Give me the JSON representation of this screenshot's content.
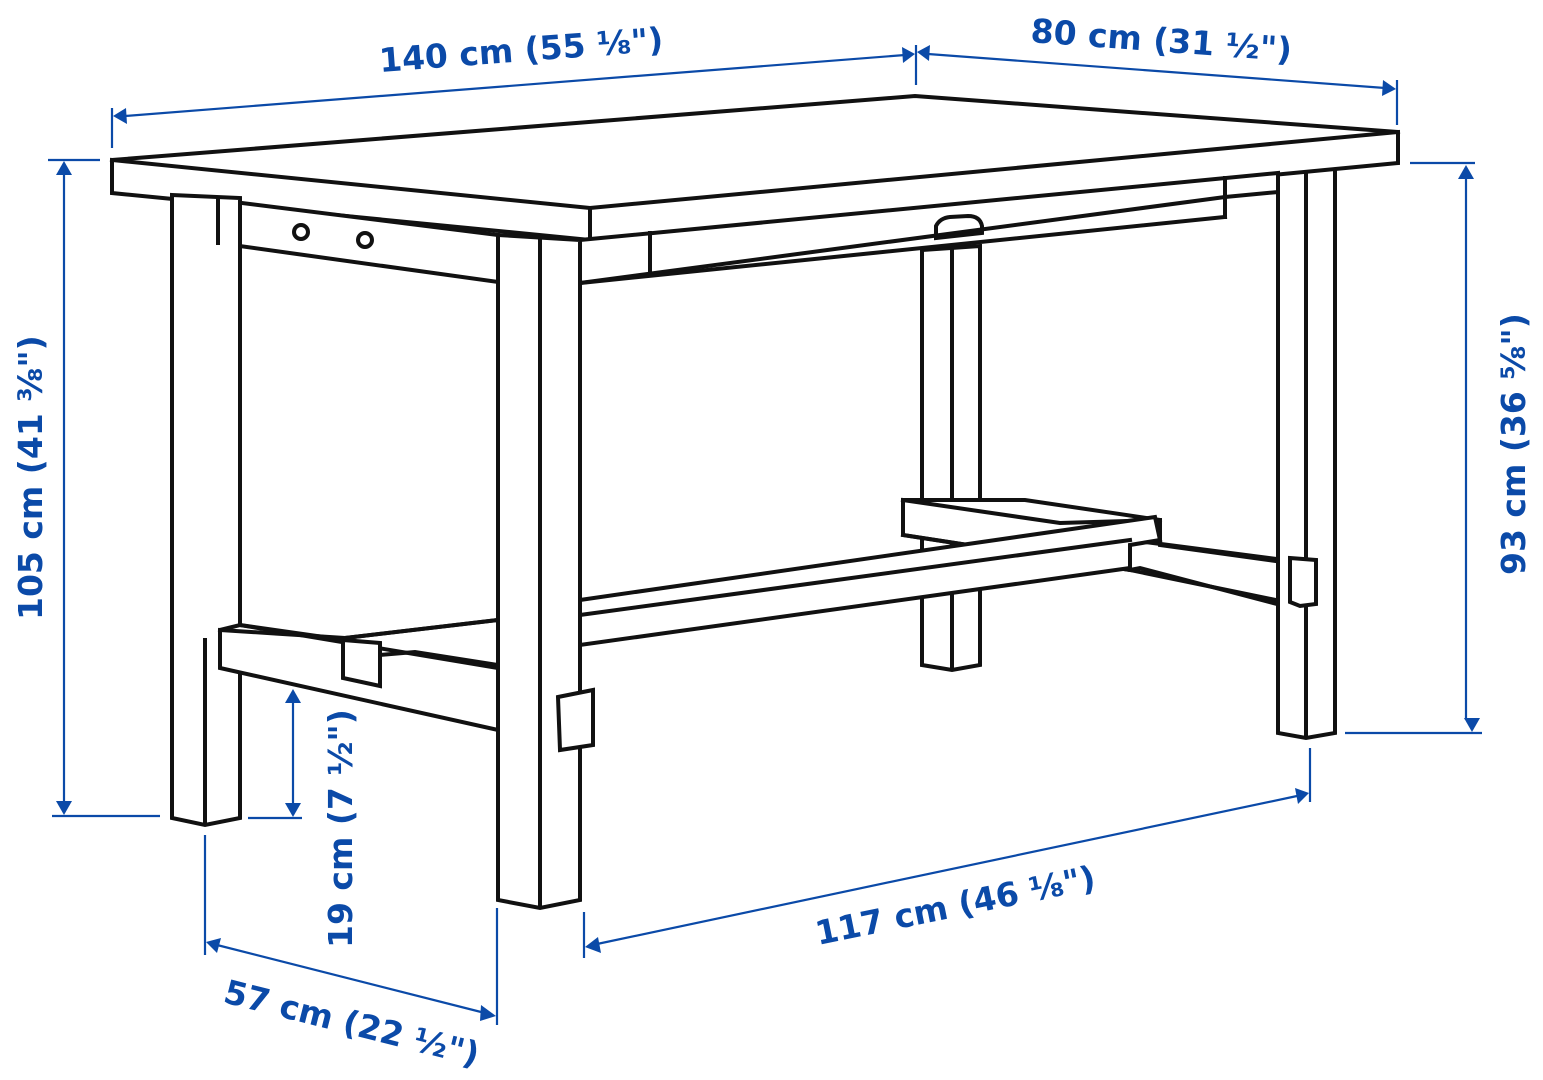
{
  "diagram": {
    "subject": "Dining table with trestle base — dimension drawing",
    "colors": {
      "line": "#111111",
      "dimension": "#0b4aa8",
      "background": "#ffffff"
    },
    "dimensions": {
      "length": "140 cm (55 ⅛\")",
      "depth": "80 cm (31 ½\")",
      "height": "105 cm (41 ⅜\")",
      "height_to_apron": "93 cm (36 ⅝\")",
      "stretcher_height": "19 cm (7 ½\")",
      "leg_span_length": "117 cm (46 ⅛\")",
      "leg_span_depth": "57 cm (22 ½\")"
    }
  }
}
